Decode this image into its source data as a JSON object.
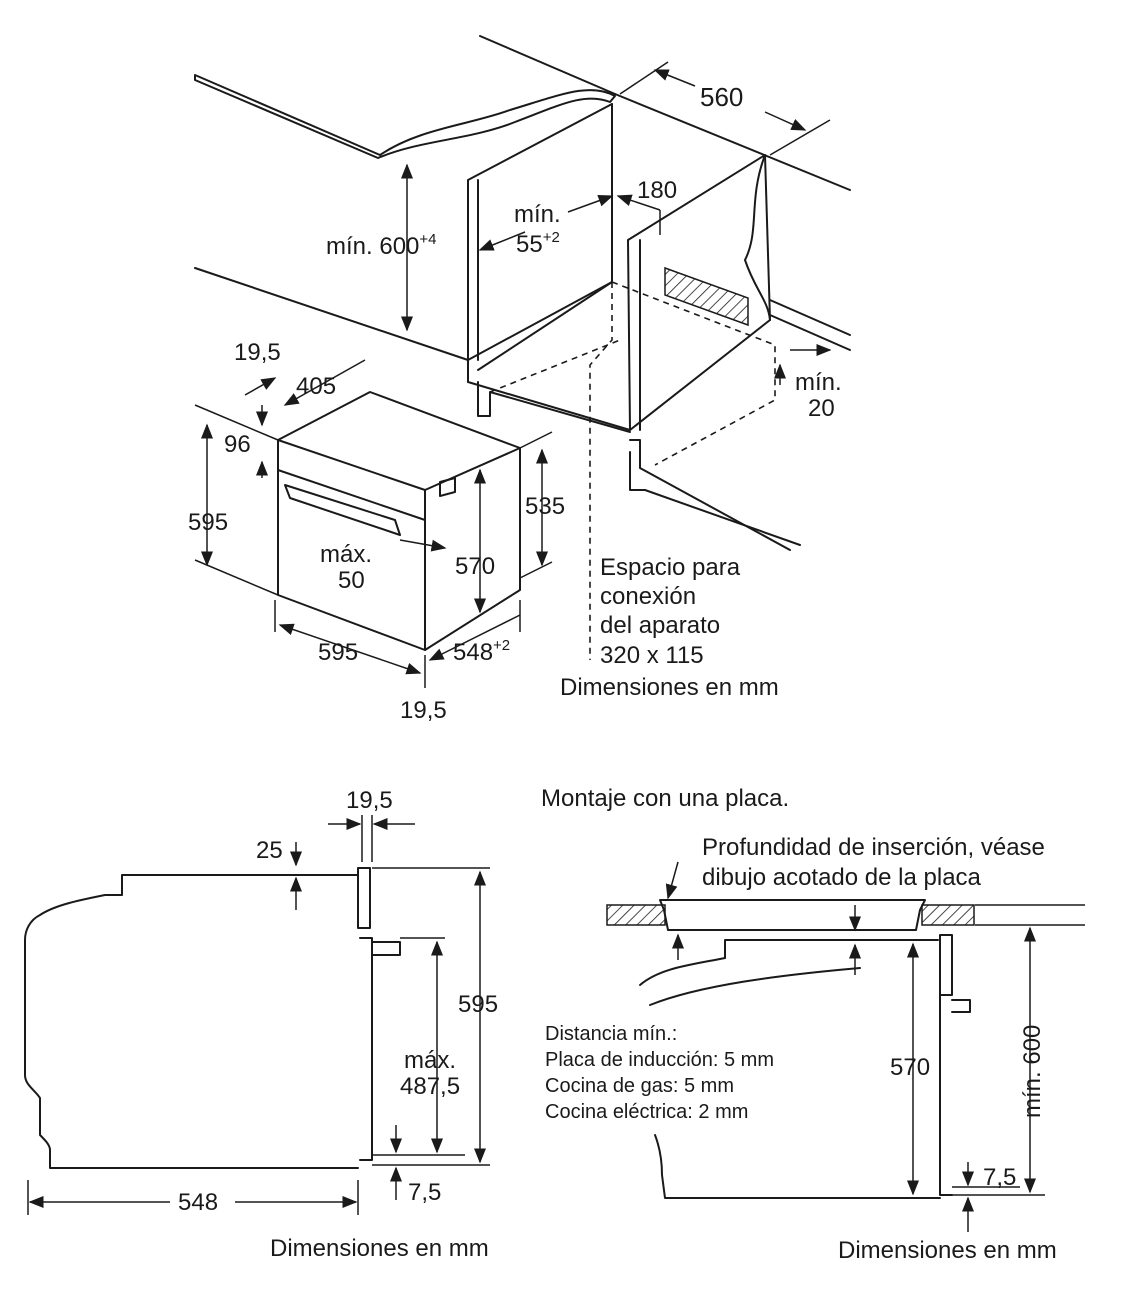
{
  "top": {
    "dims": {
      "d560": "560",
      "d180": "180",
      "min_600": "mín. 600",
      "min_600_sup": "+4",
      "min_55_a": "mín.",
      "min_55_b": "55",
      "min_55_sup": "+2",
      "min_20_a": "mín.",
      "min_20_b": "20",
      "d19_5_top": "19,5",
      "d405": "405",
      "d96": "96",
      "d595_left": "595",
      "d535": "535",
      "d570": "570",
      "max_50_a": "máx.",
      "max_50_b": "50",
      "d595_bottom": "595",
      "d548": "548",
      "d548_sup": "+2",
      "d19_5_bottom": "19,5"
    },
    "connection_note": [
      "Espacio para",
      "conexión",
      "del aparato",
      "320 x 115"
    ],
    "units": "Dimensiones en mm"
  },
  "bottom_left": {
    "dims": {
      "d19_5": "19,5",
      "d25": "25",
      "d595": "595",
      "max_a": "máx.",
      "max_b": "487,5",
      "d7_5": "7,5",
      "d548": "548"
    },
    "units": "Dimensiones en mm"
  },
  "bottom_right": {
    "title": "Montaje con una placa.",
    "insertion_note": [
      "Profundidad de inserción, véase",
      "dibujo acotado de la placa"
    ],
    "distance_notes": [
      "Distancia mín.:",
      "Placa de inducción: 5 mm",
      "Cocina de gas: 5 mm",
      "Cocina eléctrica: 2 mm"
    ],
    "dims": {
      "d570": "570",
      "min_600": "mín. 600",
      "d7_5": "7,5"
    },
    "units": "Dimensiones en mm"
  }
}
